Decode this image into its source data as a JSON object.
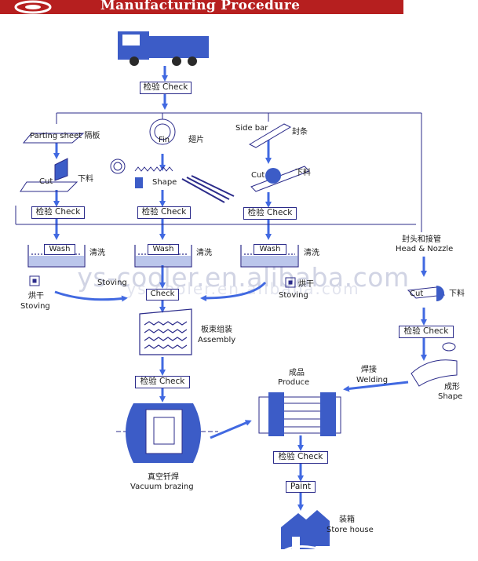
{
  "header": {
    "title": "Manufacturing Procedure",
    "color": "#b61f1f"
  },
  "colors": {
    "arrow": "#4169e1",
    "line": "#2b2b8a"
  },
  "watermark": "ys-cooler.en.alibaba.com",
  "steps": {
    "top_check": "检验 Check",
    "partition": {
      "title": "Parting sheet 隔板",
      "cut": "Cut",
      "cut_cn": "下料",
      "check": "检验 Check",
      "wash": "Wash",
      "wash_cn": "清洗",
      "stoving_cn": "烘干",
      "stoving": "Stoving"
    },
    "fin": {
      "title": "Fin",
      "title_cn": "翅片",
      "shape": "Shape",
      "check": "检验 Check",
      "wash": "Wash",
      "wash_cn": "清洗",
      "stoving": "Stoving"
    },
    "side_bar": {
      "title": "Side bar",
      "title_cn": "封条",
      "cut": "Cut",
      "cut_cn": "下料",
      "check": "检验 Check",
      "wash": "Wash",
      "wash_cn": "清洗",
      "stoving_cn": "烘干",
      "stoving": "Stoving"
    },
    "core_check": "Check",
    "assembly_cn": "板束组装",
    "assembly": "Assembly",
    "assembly_check": "检验 Check",
    "vacuum_cn": "真空钎焊",
    "vacuum": "Vacuum brazing",
    "head": {
      "title_cn": "封头和接管",
      "title": "Head & Nozzle",
      "cut": "Cut",
      "cut_cn": "下料",
      "check": "检验 Check",
      "shape_cn": "成形",
      "shape": "Shape"
    },
    "welding_cn": "焊接",
    "welding": "Welding",
    "produce_cn": "成品",
    "produce": "Produce",
    "final_check": "检验 Check",
    "paint": "Paint",
    "store_cn": "装箱",
    "store": "Store house"
  }
}
